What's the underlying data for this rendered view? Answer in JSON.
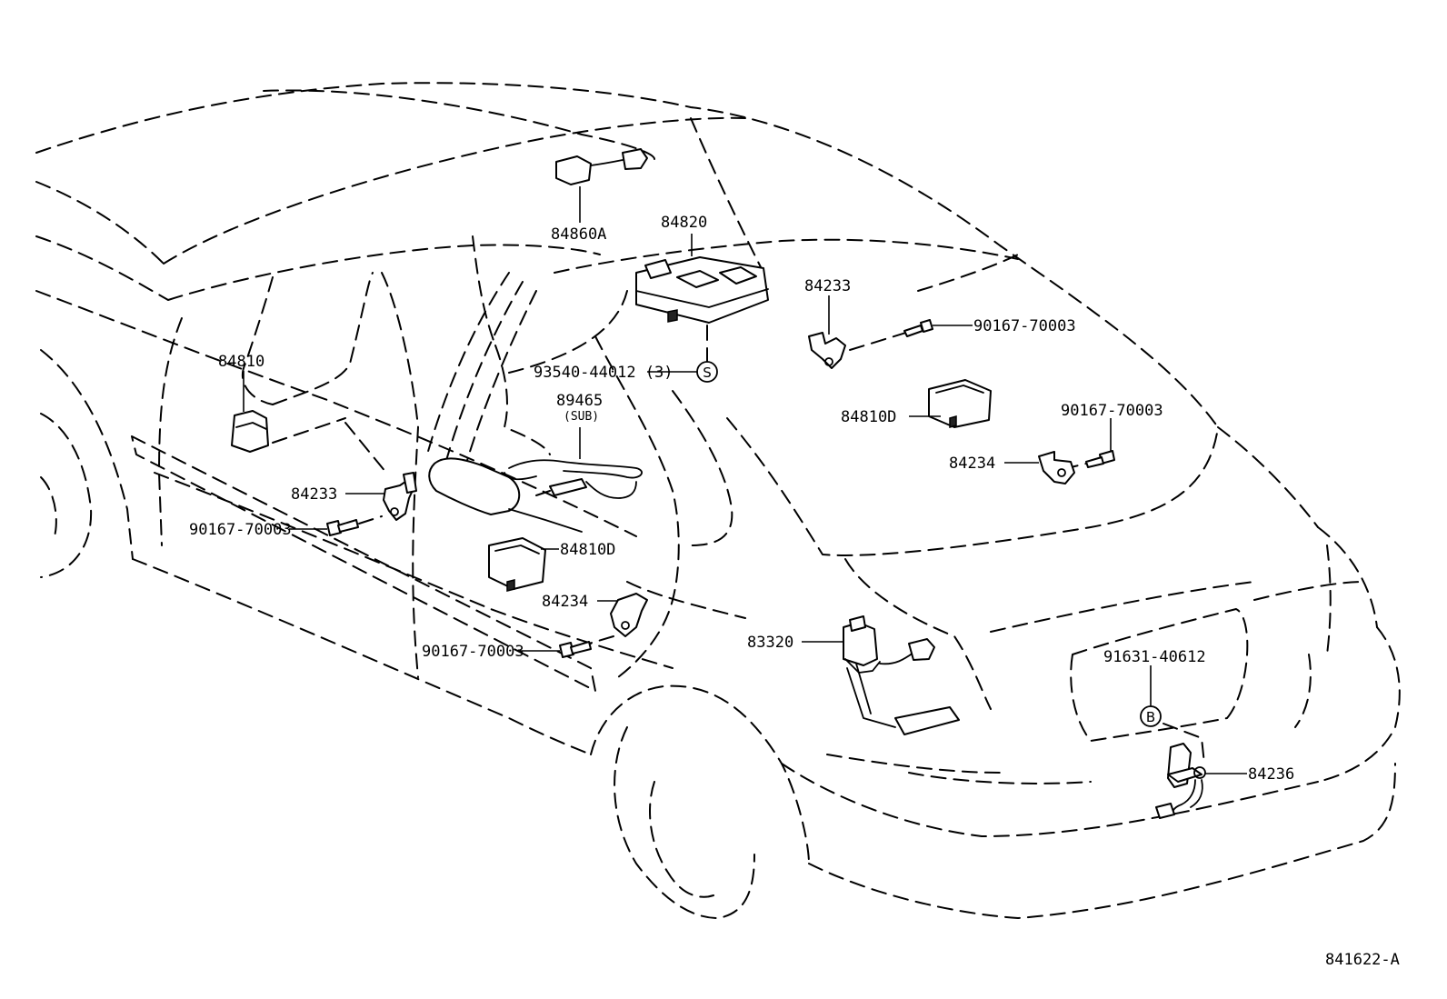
{
  "parts": {
    "p84860A": "84860A",
    "p84820": "84820",
    "p84233_right": "84233",
    "p90167_70003_a": "90167-70003",
    "p93540_44012": "93540-44012 (3)",
    "p84810": "84810",
    "p89465": "89465",
    "p89465_sub": "(SUB)",
    "p84810D_right": "84810D",
    "p90167_70003_b": "90167-70003",
    "p84234_right": "84234",
    "p84233_left": "84233",
    "p90167_70003_c": "90167-70003",
    "p84810D_left": "84810D",
    "p84234_left": "84234",
    "p90167_70003_d": "90167-70003",
    "p83320": "83320",
    "p91631_40612": "91631-40612",
    "p84236": "84236"
  },
  "symbols": {
    "s_marker": "S",
    "b_marker": "B"
  },
  "figure_code": "841622-A"
}
